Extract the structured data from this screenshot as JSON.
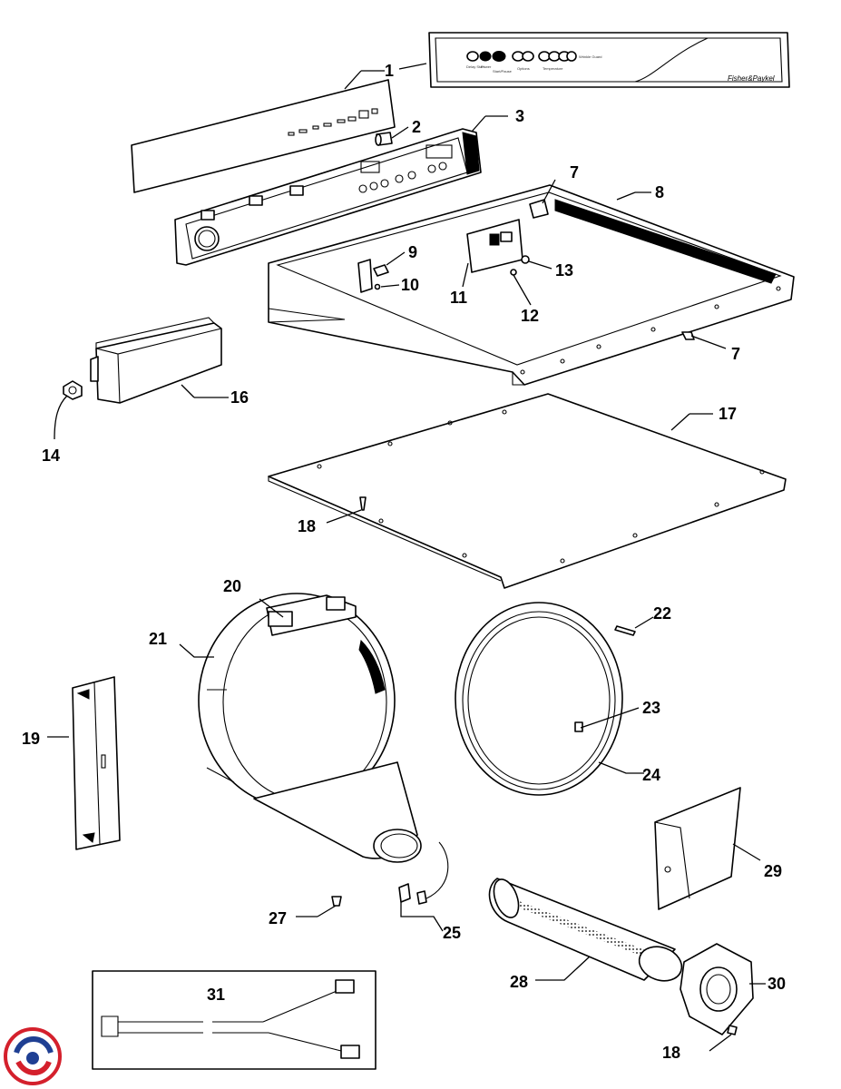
{
  "panel": {
    "brand": "Fisher&Paykel",
    "labels": [
      "Delay Start",
      "Power",
      "Start/Pause",
      "Options",
      "Temperature",
      "Wrinkle Guard"
    ]
  },
  "callouts": [
    {
      "id": "c1",
      "label": "1"
    },
    {
      "id": "c2",
      "label": "2"
    },
    {
      "id": "c3",
      "label": "3"
    },
    {
      "id": "c7a",
      "label": "7"
    },
    {
      "id": "c8",
      "label": "8"
    },
    {
      "id": "c9",
      "label": "9"
    },
    {
      "id": "c10",
      "label": "10"
    },
    {
      "id": "c11",
      "label": "11"
    },
    {
      "id": "c12",
      "label": "12"
    },
    {
      "id": "c13",
      "label": "13"
    },
    {
      "id": "c7b",
      "label": "7"
    },
    {
      "id": "c14",
      "label": "14"
    },
    {
      "id": "c16",
      "label": "16"
    },
    {
      "id": "c17",
      "label": "17"
    },
    {
      "id": "c18a",
      "label": "18"
    },
    {
      "id": "c20",
      "label": "20"
    },
    {
      "id": "c21",
      "label": "21"
    },
    {
      "id": "c22",
      "label": "22"
    },
    {
      "id": "c19",
      "label": "19"
    },
    {
      "id": "c23",
      "label": "23"
    },
    {
      "id": "c24",
      "label": "24"
    },
    {
      "id": "c29",
      "label": "29"
    },
    {
      "id": "c27",
      "label": "27"
    },
    {
      "id": "c25",
      "label": "25"
    },
    {
      "id": "c31",
      "label": "31"
    },
    {
      "id": "c28",
      "label": "28"
    },
    {
      "id": "c30",
      "label": "30"
    },
    {
      "id": "c18b",
      "label": "18"
    }
  ],
  "colors": {
    "line": "#000000",
    "logo_red": "#d4202c",
    "logo_blue": "#1f3f93"
  }
}
